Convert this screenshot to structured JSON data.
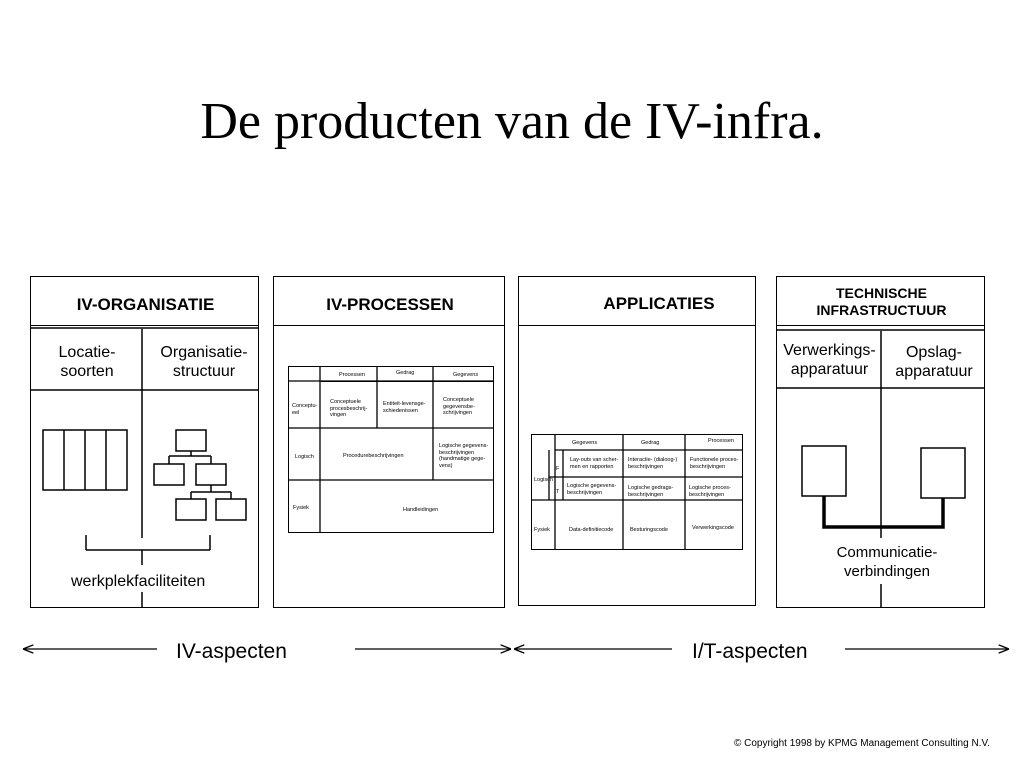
{
  "title": "De producten van de IV-infra.",
  "panels": {
    "organisatie": {
      "header": "IV-ORGANISATIE",
      "col1": "Locatie-\nsoorten",
      "col2": "Organisatie-\nstructuur",
      "footer": "werkplekfaciliteiten"
    },
    "processen": {
      "header": "IV-PROCESSEN",
      "matrix": {
        "cols": [
          "Processen",
          "Gedrag",
          "Gegevens"
        ],
        "rows": [
          "Conceptu-eel",
          "Logisch",
          "Fysiek"
        ],
        "c11": "Conceptuele procesbeschrij-vingen",
        "c12": "Entiteit-levensge-schiedenissen",
        "c13": "Conceptuele gegevensbe-schrijvingen",
        "c21": "Procedurebeschrijvingen",
        "c23": "Logische gegevens-beschrijvingen (handmatige gege-vens)",
        "c31": "Handleidingen"
      }
    },
    "applicaties": {
      "header": "APPLICATIES",
      "matrix": {
        "cols": [
          "Gegevens",
          "Gedrag",
          "Processen"
        ],
        "rows": [
          "Logisch",
          "Fysiek"
        ],
        "sub": [
          "F",
          "T"
        ],
        "f1": "Lay-outs van scher-men en rapporten",
        "f2": "Interactie- (dialoog-) beschrijvingen",
        "f3": "Functionele proces-beschrijvingen",
        "t1": "Logische gegevens-beschrijvingen",
        "t2": "Logische gedrags-beschrijvingen",
        "t3": "Logische proces-beschrijvingen",
        "p1": "Data-definitiecode",
        "p2": "Besturingscode",
        "p3": "Verwerkingscode"
      }
    },
    "technisch": {
      "header": "TECHNISCHE\nINFRASTRUCTUUR",
      "col1": "Verwerkings-\napparatuur",
      "col2": "Opslag-\napparatuur",
      "footer": "Communicatie-\nverbindingen"
    }
  },
  "bottom": {
    "left": "IV-aspecten",
    "right": "I/T-aspecten"
  },
  "copyright": "© Copyright 1998 by KPMG Management Consulting N.V."
}
